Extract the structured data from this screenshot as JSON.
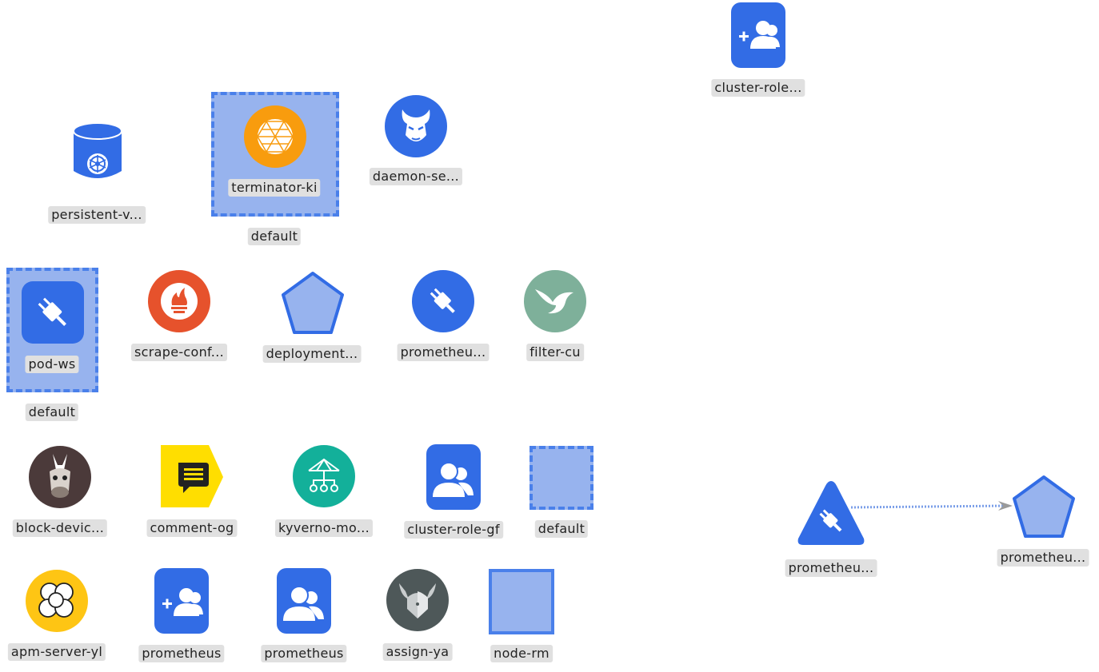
{
  "colors": {
    "primary_blue": "#326ce5",
    "group_fill": "#97b3ee",
    "group_border": "#4a80ea",
    "label_bg": "#e0e0e0",
    "orange": "#f89c0e",
    "prometheus_red": "#e6522c",
    "teal_green": "#7eb09a",
    "kyverno_teal": "#13b09a",
    "donkey_brown": "#4b3a3a",
    "comment_yellow": "#ffde00",
    "elastic_yellow": "#fec514",
    "opa_gray": "#4e5859",
    "edge": "#7a9ee8"
  },
  "groups": {
    "group1": {
      "label": "default"
    },
    "group2": {
      "label": "default"
    },
    "group3": {
      "label": "default"
    }
  },
  "nodes": {
    "cluster_role_top": {
      "label": "cluster-role...",
      "icon": "user-plus-icon"
    },
    "persistent_v": {
      "label": "persistent-v...",
      "icon": "database-kubernetes-icon"
    },
    "terminator_ki": {
      "label": "terminator-ki",
      "icon": "polygon-network-icon"
    },
    "daemon_se": {
      "label": "daemon-se...",
      "icon": "daemon-icon"
    },
    "pod_ws": {
      "label": "pod-ws",
      "icon": "plug-icon"
    },
    "scrape_conf": {
      "label": "scrape-conf...",
      "icon": "prometheus-flame-icon"
    },
    "deployment": {
      "label": "deployment...",
      "icon": "pentagon-icon"
    },
    "prometheu_plug": {
      "label": "prometheu...",
      "icon": "plug-icon"
    },
    "filter_cu": {
      "label": "filter-cu",
      "icon": "bird-icon"
    },
    "block_devic": {
      "label": "block-devic...",
      "icon": "donkey-icon"
    },
    "comment_og": {
      "label": "comment-og",
      "icon": "comment-icon"
    },
    "kyverno_mo": {
      "label": "kyverno-mo...",
      "icon": "kyverno-icon"
    },
    "cluster_role_gf": {
      "label": "cluster-role-gf",
      "icon": "users-icon"
    },
    "apm_server_yl": {
      "label": "apm-server-yl",
      "icon": "elastic-icon"
    },
    "prometheus_userplus": {
      "label": "prometheus",
      "icon": "user-plus-icon"
    },
    "prometheus_users": {
      "label": "prometheus",
      "icon": "users-icon"
    },
    "assign_ya": {
      "label": "assign-ya",
      "icon": "opa-viking-icon"
    },
    "node_rm": {
      "label": "node-rm",
      "icon": "square-icon"
    },
    "prometheu_triangle": {
      "label": "prometheu...",
      "icon": "plug-icon"
    },
    "prometheu_pentagon": {
      "label": "prometheu...",
      "icon": "pentagon-icon"
    }
  }
}
